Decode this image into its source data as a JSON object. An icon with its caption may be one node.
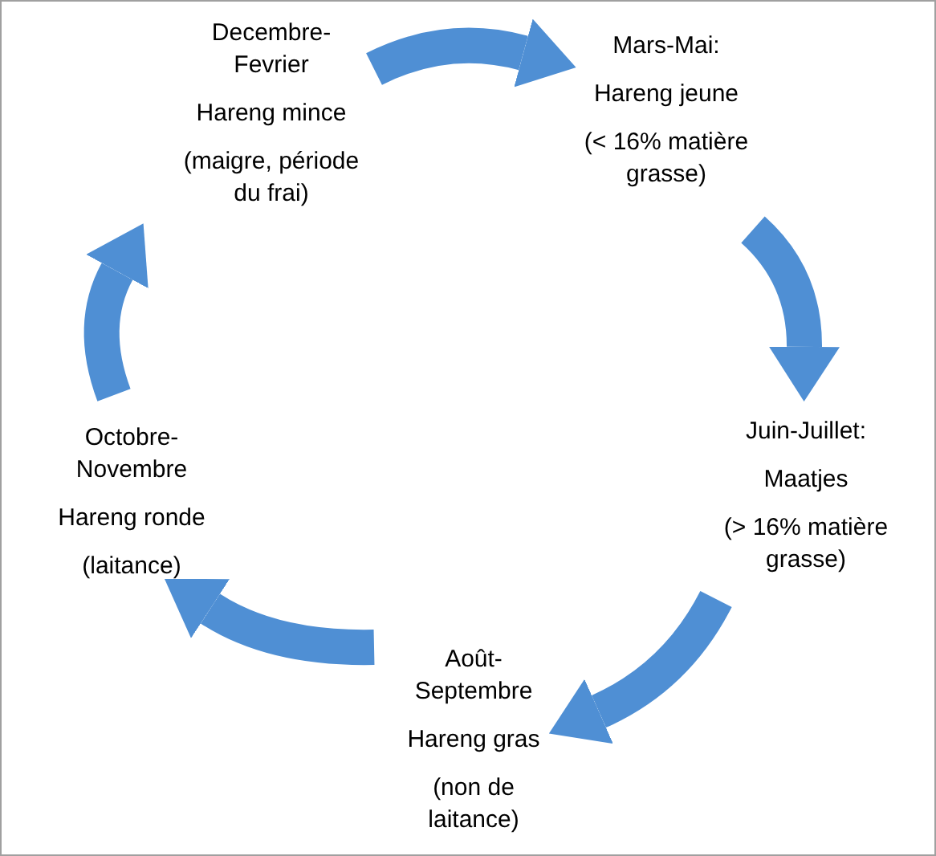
{
  "diagram": {
    "nodes": [
      {
        "text": [
          "Decembre-Fevrier",
          "Hareng mince",
          "(maigre, période du frai)"
        ]
      },
      {
        "text": [
          "Mars-Mai:",
          "Hareng jeune",
          "(< 16% matière grasse)"
        ]
      },
      {
        "text": [
          "Juin-Juillet:",
          "Maatjes",
          "(> 16% matière grasse)"
        ]
      },
      {
        "text": [
          "Août-Septembre",
          "Hareng gras",
          "(non de laitance)"
        ]
      },
      {
        "text": [
          "Octobre-Novembre",
          "Hareng ronde",
          "(laitance)"
        ]
      }
    ],
    "edges": [
      {
        "from": 0,
        "to": 1,
        "arrow": "to"
      },
      {
        "from": 1,
        "to": 2,
        "arrow": "to"
      },
      {
        "from": 2,
        "to": 3,
        "arrow": "to"
      },
      {
        "from": 3,
        "to": 4,
        "arrow": "to"
      },
      {
        "from": 4,
        "to": 0,
        "arrow": "to"
      }
    ]
  }
}
